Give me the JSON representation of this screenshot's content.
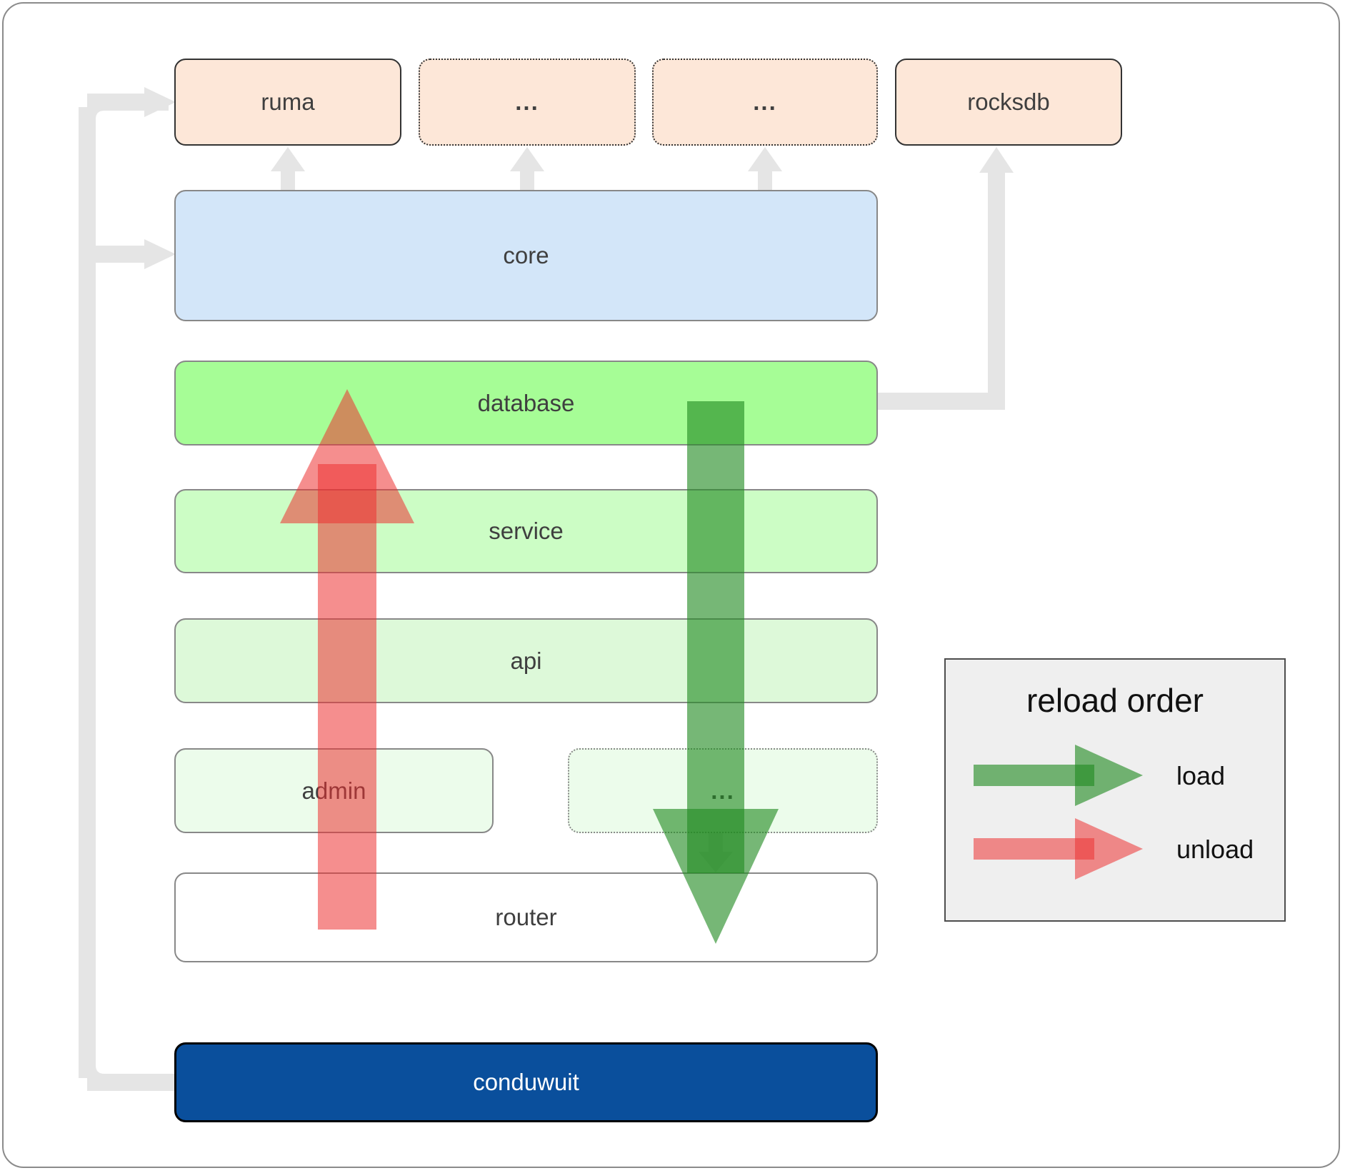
{
  "diagram": {
    "nodes": {
      "ruma": {
        "label": "ruma"
      },
      "extra1": {
        "label": "..."
      },
      "extra2": {
        "label": "..."
      },
      "rocksdb": {
        "label": "rocksdb"
      },
      "core": {
        "label": "core"
      },
      "database": {
        "label": "database"
      },
      "service": {
        "label": "service"
      },
      "api": {
        "label": "api"
      },
      "admin": {
        "label": "admin"
      },
      "extra3": {
        "label": "..."
      },
      "router": {
        "label": "router"
      },
      "conduwuit": {
        "label": "conduwuit"
      }
    },
    "legend": {
      "title": "reload order",
      "items": [
        {
          "label": "load",
          "color": "#228b22"
        },
        {
          "label": "unload",
          "color": "#ed3232"
        }
      ]
    }
  },
  "colors": {
    "peach": "#fde7d8",
    "peach_border": "#333333",
    "core": "#d3e6f9",
    "database": "#a6fd96",
    "service": "#ccfdc5",
    "api": "#ddf9d9",
    "admin": "#ecfceb",
    "conduwuit": "#0a4f9c",
    "conduwuit_text": "#ffffff",
    "border_gray": "#888888",
    "label": "#3f3f3f",
    "edge_gray": "#e5e5e5",
    "load": "#228b22",
    "unload": "#ed3232",
    "legend_bg": "#efefef",
    "legend_border": "#4d4d4d",
    "frame_border": "#8b8b8b"
  }
}
